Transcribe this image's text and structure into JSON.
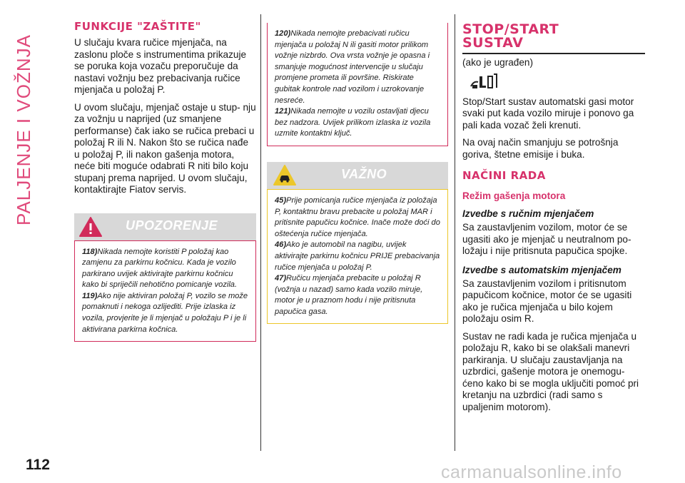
{
  "side_label": "PALJENJE I VOŽNJA",
  "page_number": "112",
  "watermark": "carmanualsonline.info",
  "col1": {
    "heading": "FUNKCIJE \"ZAŠTITE\"",
    "p1": "U slučaju kvara ručice mjenjača, na zaslonu ploče s instrumentima prikazuje se poruka koja vozaču preporučuje da nastavi vožnju bez prebacivanja ručice mjenjača u položaj P.",
    "p2": "U ovom slučaju, mjenjač ostaje u stup- nju za vožnju u naprijed (uz smanjene performanse) čak iako se ručica prebaci u položaj R ili N. Nakon što se ručica nađe u položaj P, ili nakon gašenja motora, neće biti moguće odabrati R niti bilo koju stupanj prema naprijed. U ovom slučaju, kontaktirajte Fiatov servis.",
    "warning_title": "UPOZORENJE",
    "notes": [
      {
        "num": "118)",
        "text": "Nikada nemojte koristiti P položaj kao zamjenu za parkirnu kočnicu. Kada je vozilo parkirano uvijek aktivirajte parkirnu kočnicu kako bi spriječili nehotično pomicanje vozila."
      },
      {
        "num": "119)",
        "text": "Ako nije aktiviran položaj P, vozilo se može pomaknuti i nekoga ozlijediti. Prije izlaska iz vozila, provjerite je li mjenjač u položaju P i je li aktivirana parkirna kočnica."
      }
    ]
  },
  "col2": {
    "notes_top": [
      {
        "num": "120)",
        "text": "Nikada nemojte prebacivati ručicu mjenjača u položaj N ili gasiti motor prilikom vožnje nizbrdo. Ova vrsta vožnje je opasna i smanjuje mogućnost intervencije u slučaju promjene prometa ili površine. Riskirate gubitak kontrole nad vozilom i uzrokovanje nesreće."
      },
      {
        "num": "121)",
        "text": "Nikada nemojte u vozilu ostavljati djecu bez nadzora. Uvijek prilikom izlaska iz vozila uzmite kontaktni ključ."
      }
    ],
    "important_title": "VAŽNO",
    "notes_bottom": [
      {
        "num": "45)",
        "text": "Prije pomicanja ručice mjenjača iz položaja P, kontaktnu bravu prebacite u položaj MAR i pritisnite papučicu kočnice. Inače može doći do oštećenja ručice mjenjača."
      },
      {
        "num": "46)",
        "text": "Ako je automobil na nagibu, uvijek aktivirajte parkirnu kočnicu PRIJE prebacivanja ručice mjenjača u položaj P."
      },
      {
        "num": "47)",
        "text": "Ručicu mjenjača prebacite u položaj R (vožnja u nazad) samo kada vozilo miruje, motor je u praznom hodu i nije pritisnuta papučica gasa."
      }
    ]
  },
  "col3": {
    "title_line1": "STOP/START",
    "title_line2": "SUSTAV",
    "subtitle": "(ako je ugrađen)",
    "icon_name": "lpg-fuel-icon",
    "p1": "Stop/Start sustav automatski gasi motor svaki put kada vozilo miruje i ponovo ga pali kada vozač želi krenuti.",
    "p2": "Na ovaj način smanjuju se potrošnja goriva, štetne emisije i buka.",
    "heading2": "NAČINI RADA",
    "sub1": "Režim gašenja motora",
    "sub2": "Izvedbe s ručnim mjenjačem",
    "p3": "Sa zaustavljenim vozilom, motor će se ugasiti ako je mjenjač u neutralnom po- ložaju i nije pritisnuta papučica spojke.",
    "sub3": "Izvedbe s automatskim mjenjačem",
    "p4": "Sa zaustavljenim vozilom i pritisnutom papučicom kočnice, motor će se ugasiti ako je ručica mjenjača u bilo kojem položaju osim R.",
    "p5": "Sustav ne radi kada je ručica mjenjača u položaju R, kako bi se olakšali manevri parkiranja. U slučaju zaustavljanja na uzbrdici, gašenje motora je onemogu- ćeno kako bi se mogla uključiti pomoć pri kretanju na uzbrdici (radi samo s upaljenim motorom)."
  },
  "colors": {
    "accent": "#d7326b",
    "side_label": "#e04a7b",
    "warning_border": "#d12b5a",
    "important_border": "#ecc72a",
    "header_band": "#d8d8d8"
  }
}
